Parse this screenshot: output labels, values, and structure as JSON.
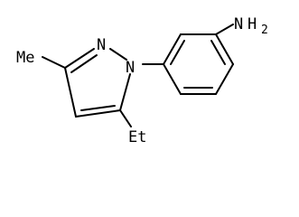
{
  "molecule": {
    "labels": {
      "methyl": "Me",
      "ring_n2": "N",
      "ring_n1": "N",
      "ethyl": "Et",
      "amine_n": "N",
      "amine_h": "H",
      "amine_sub": "2"
    }
  },
  "colors": {
    "bond": "#000000",
    "text": "#000000",
    "background": "#ffffff"
  }
}
